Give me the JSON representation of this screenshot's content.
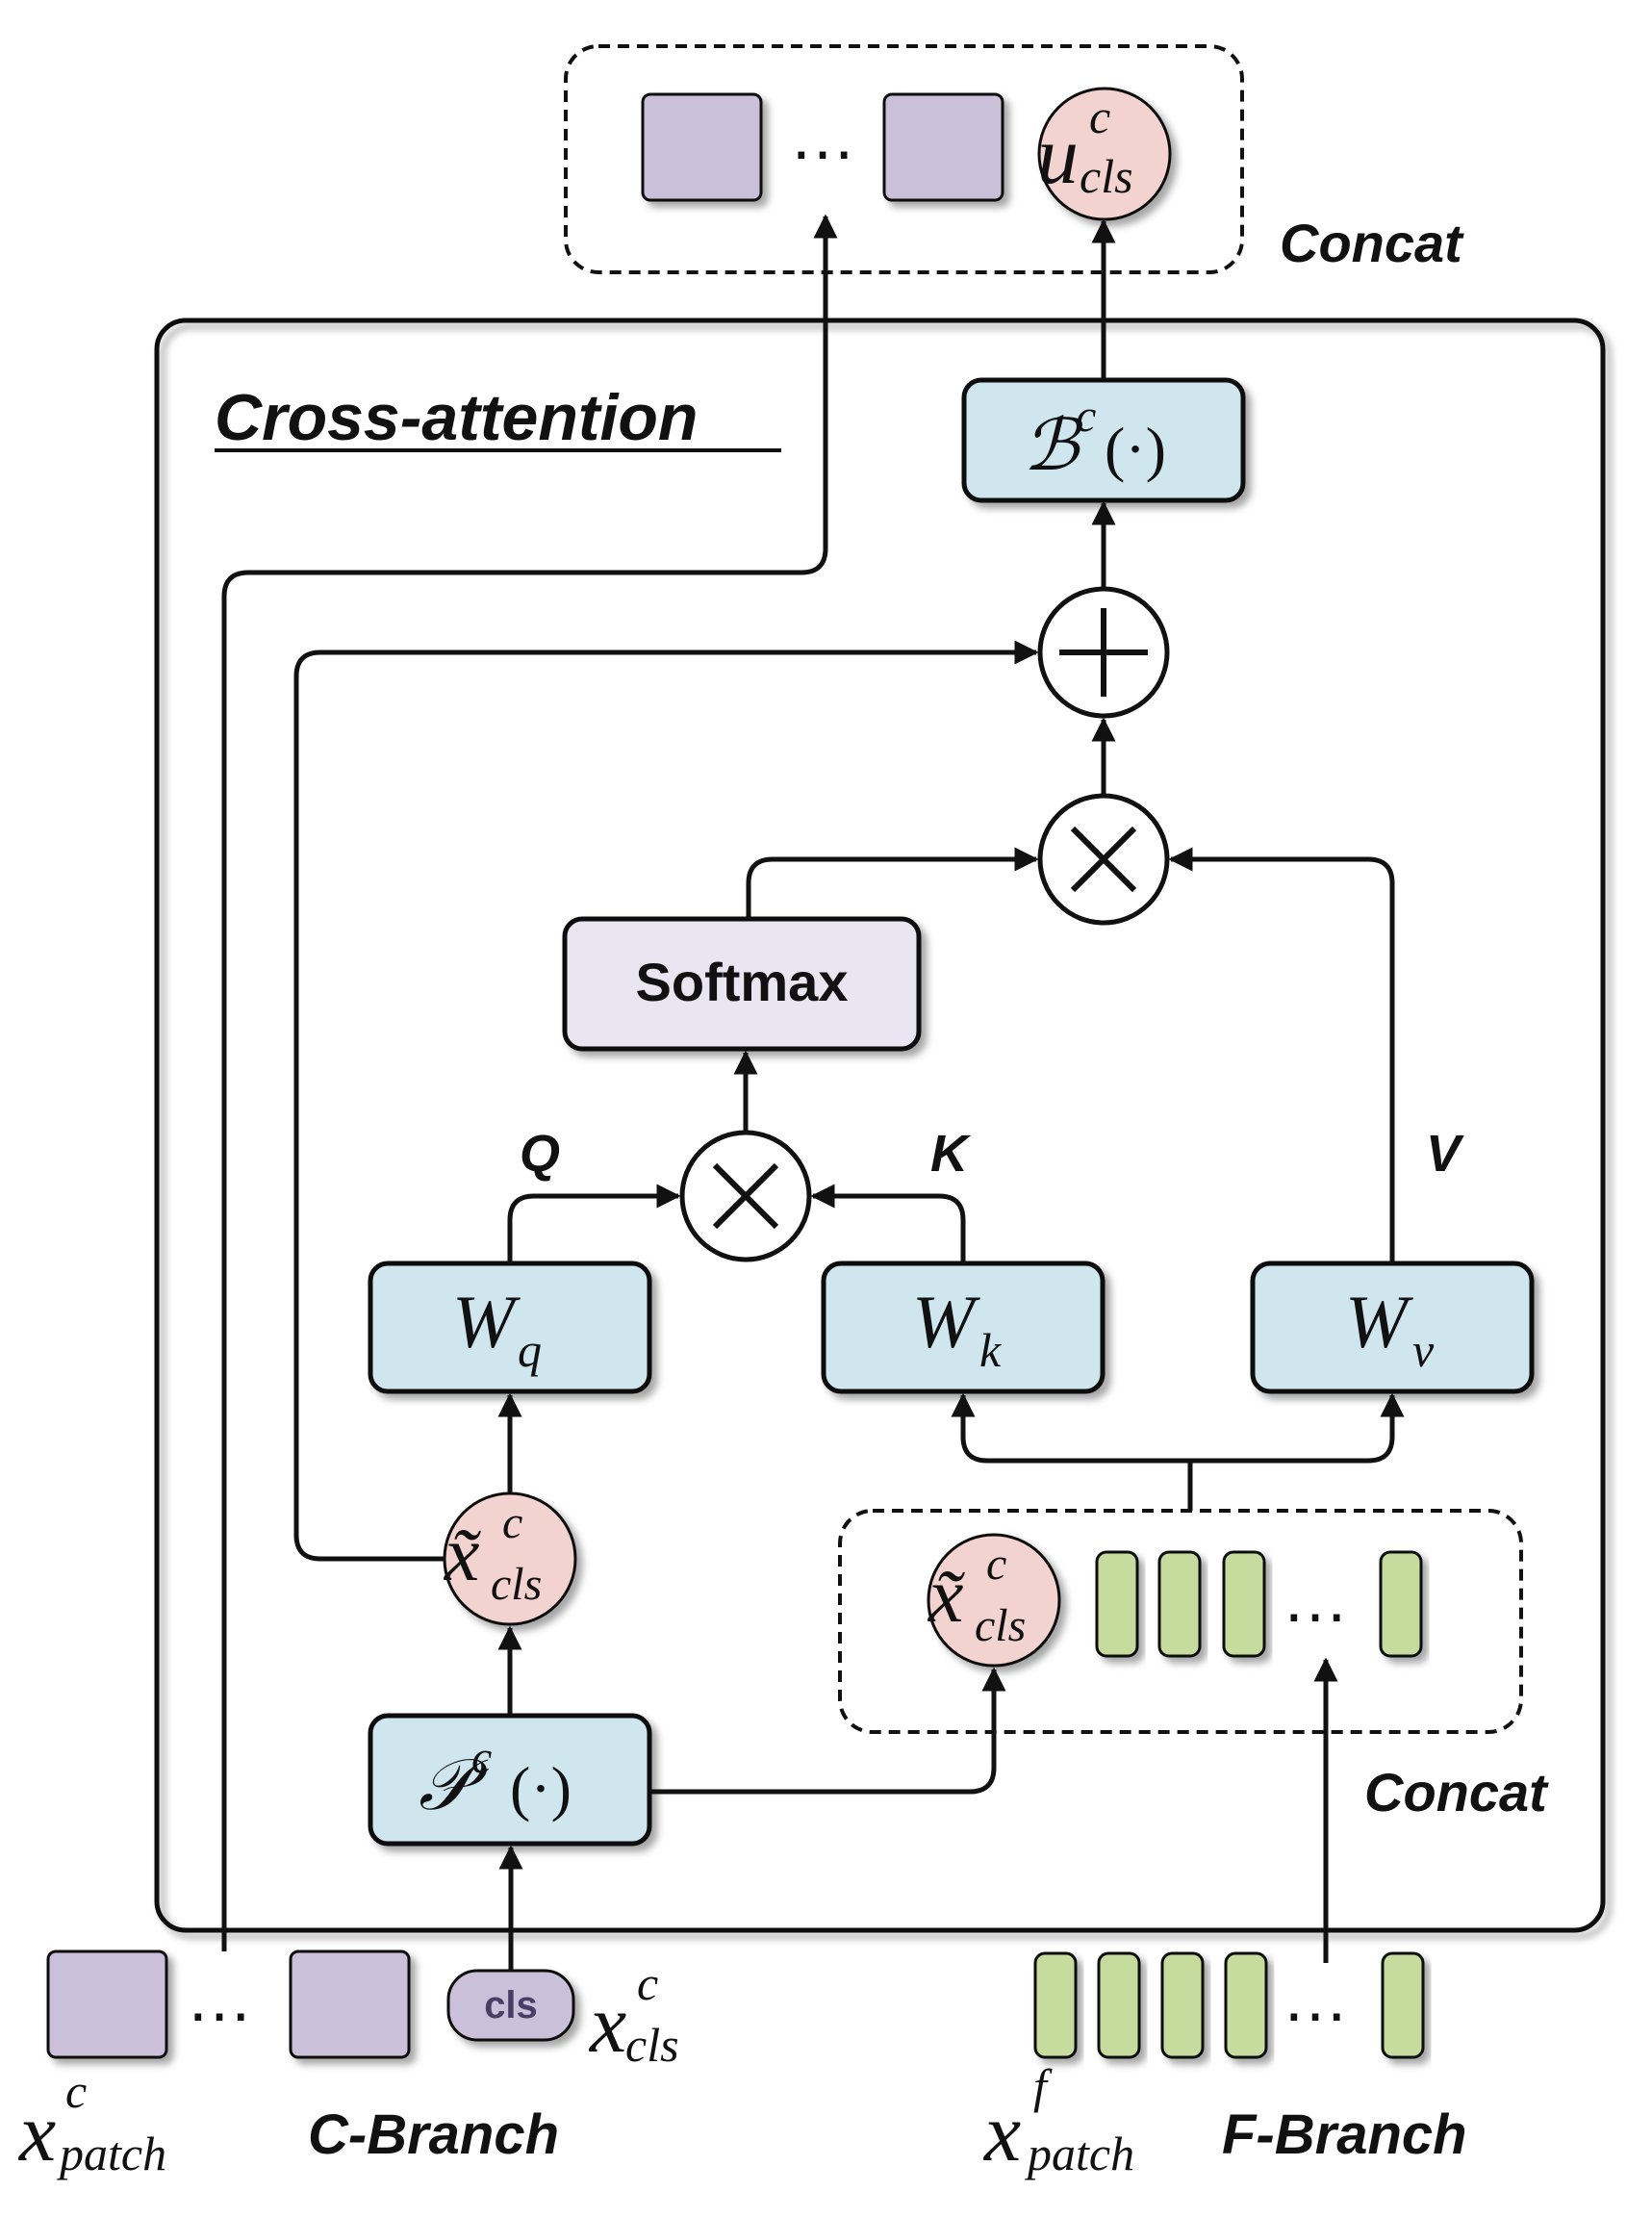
{
  "title": "Cross-attention",
  "concat_top_label": "Concat",
  "concat_bottom_label": "Concat",
  "softmax_label": "Softmax",
  "q_label": "Q",
  "k_label": "K",
  "v_label": "V",
  "c_branch_label": "C-Branch",
  "f_branch_label": "F-Branch",
  "cls_token_label": "cls",
  "ellipsis": "…",
  "colors": {
    "block_fill": "#cfe6ef",
    "cls_fill": "#f3d3cf",
    "patch_c_fill": "#cbc0d9",
    "patch_f_fill": "#c6dc9e",
    "softmax_fill": "#e9e6f1",
    "stroke": "#111111"
  },
  "math": {
    "b_fn": {
      "base": "ℬ",
      "sup": "c",
      "arg": "(·)"
    },
    "p_fn": {
      "base": "𝒫",
      "sup": "c",
      "arg": "(·)"
    },
    "wq": {
      "base": "W",
      "sub": "q"
    },
    "wk": {
      "base": "W",
      "sub": "k"
    },
    "wv": {
      "base": "W",
      "sub": "v"
    },
    "u_cls": {
      "base": "u",
      "sup": "c",
      "sub": "cls"
    },
    "x_tilde_cls": {
      "base": "x̃",
      "sup": "c",
      "sub": "cls"
    },
    "x_cls": {
      "base": "x",
      "sup": "c",
      "sub": "cls"
    },
    "x_patch_c": {
      "base": "x",
      "sup": "c",
      "sub": "patch"
    },
    "x_patch_f": {
      "base": "x",
      "sup": "f",
      "sub": "patch"
    }
  },
  "operators": {
    "add": "+",
    "multiply": "×"
  }
}
